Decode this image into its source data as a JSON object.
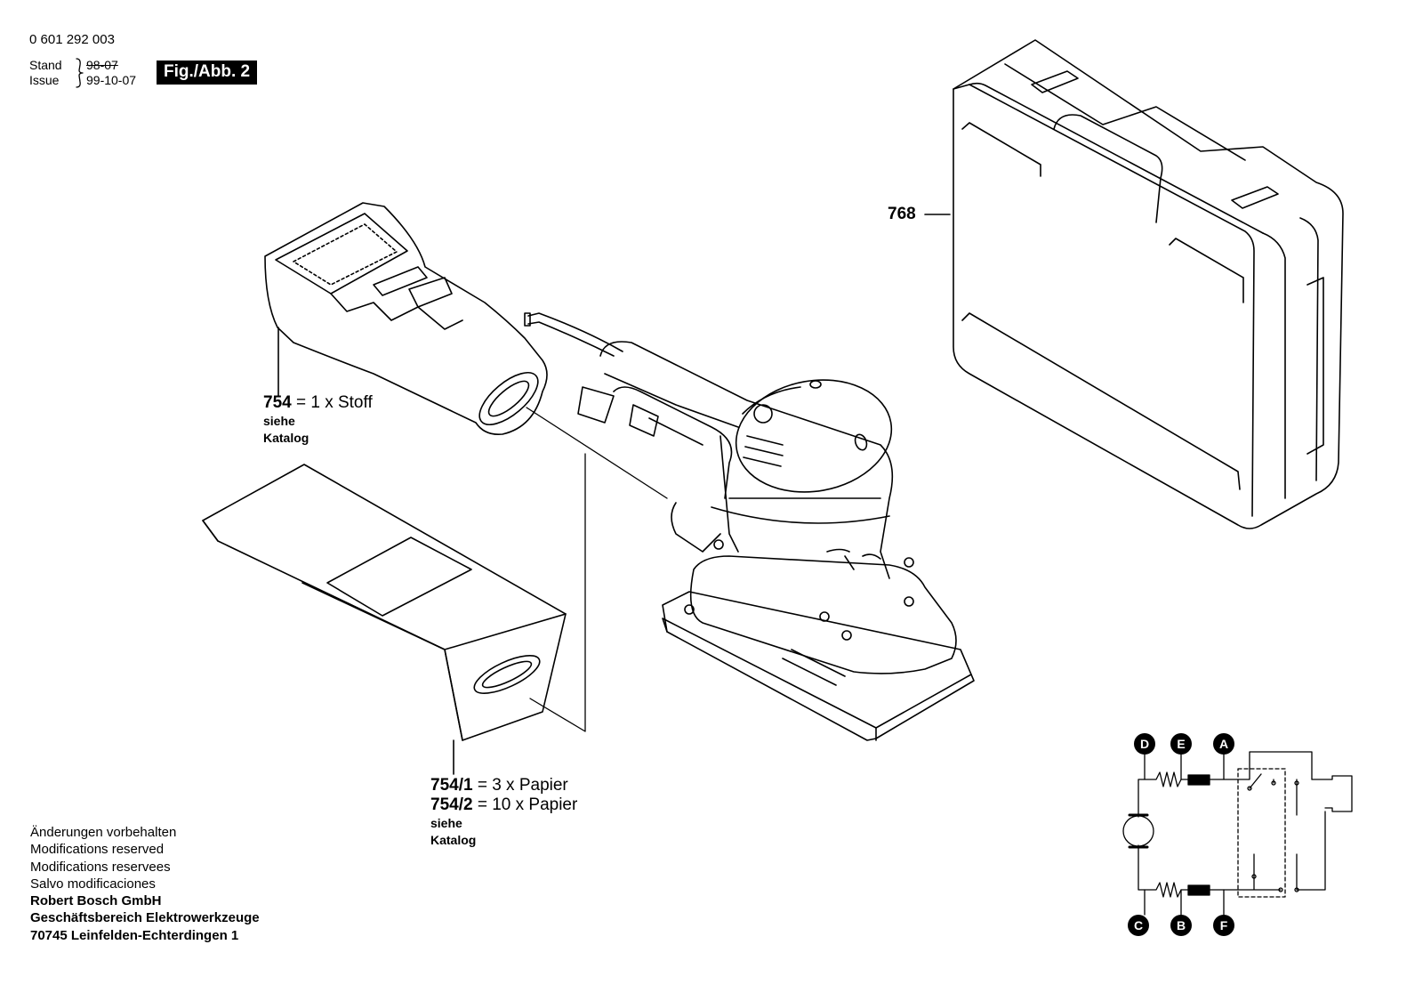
{
  "header": {
    "part_number": "0 601 292 003",
    "stand_label": "Stand",
    "issue_label": "Issue",
    "stand_date": "98-07",
    "issue_date": "99-10-07",
    "figure_tag": "Fig./Abb. 2"
  },
  "callouts": {
    "case": {
      "number": "768"
    },
    "cloth_bag": {
      "number": "754",
      "text": "= 1 x Stoff",
      "see": "siehe",
      "catalog": "Katalog"
    },
    "paper_bag_1": {
      "number": "754/1",
      "text": "= 3 x Papier"
    },
    "paper_bag_2": {
      "number": "754/2",
      "text": "= 10 x Papier",
      "see": "siehe",
      "catalog": "Katalog"
    }
  },
  "circuit": {
    "node_labels": [
      "D",
      "E",
      "A",
      "C",
      "B",
      "F"
    ]
  },
  "footer": {
    "lines": [
      "Änderungen vorbehalten",
      "Modifications reserved",
      "Modifications reservees",
      "Salvo modificaciones"
    ],
    "company": "Robert Bosch GmbH",
    "division": "Geschäftsbereich Elektrowerkzeuge",
    "address": "70745 Leinfelden-Echterdingen 1"
  }
}
